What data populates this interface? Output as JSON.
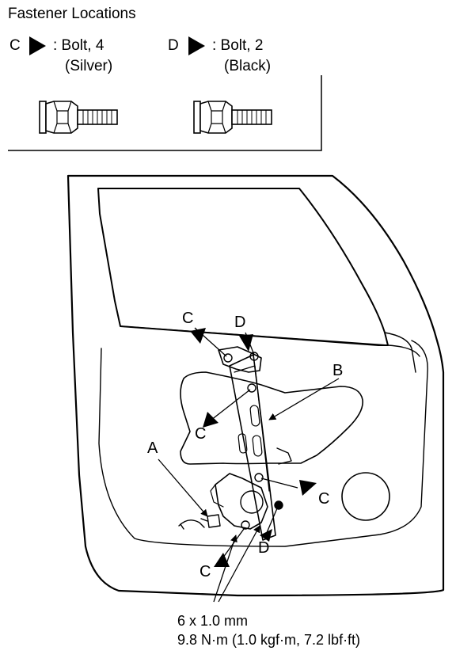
{
  "legend": {
    "title": "Fastener Locations",
    "items": [
      {
        "letter": "C",
        "desc": ": Bolt, 4",
        "color": "(Silver)"
      },
      {
        "letter": "D",
        "desc": ": Bolt, 2",
        "color": "(Black)"
      }
    ]
  },
  "callouts": {
    "a": "A",
    "b": "B",
    "c": "C",
    "d": "D"
  },
  "spec": {
    "size": "6 x 1.0 mm",
    "torque": "9.8 N·m (1.0 kgf·m, 7.2 lbf·ft)"
  }
}
